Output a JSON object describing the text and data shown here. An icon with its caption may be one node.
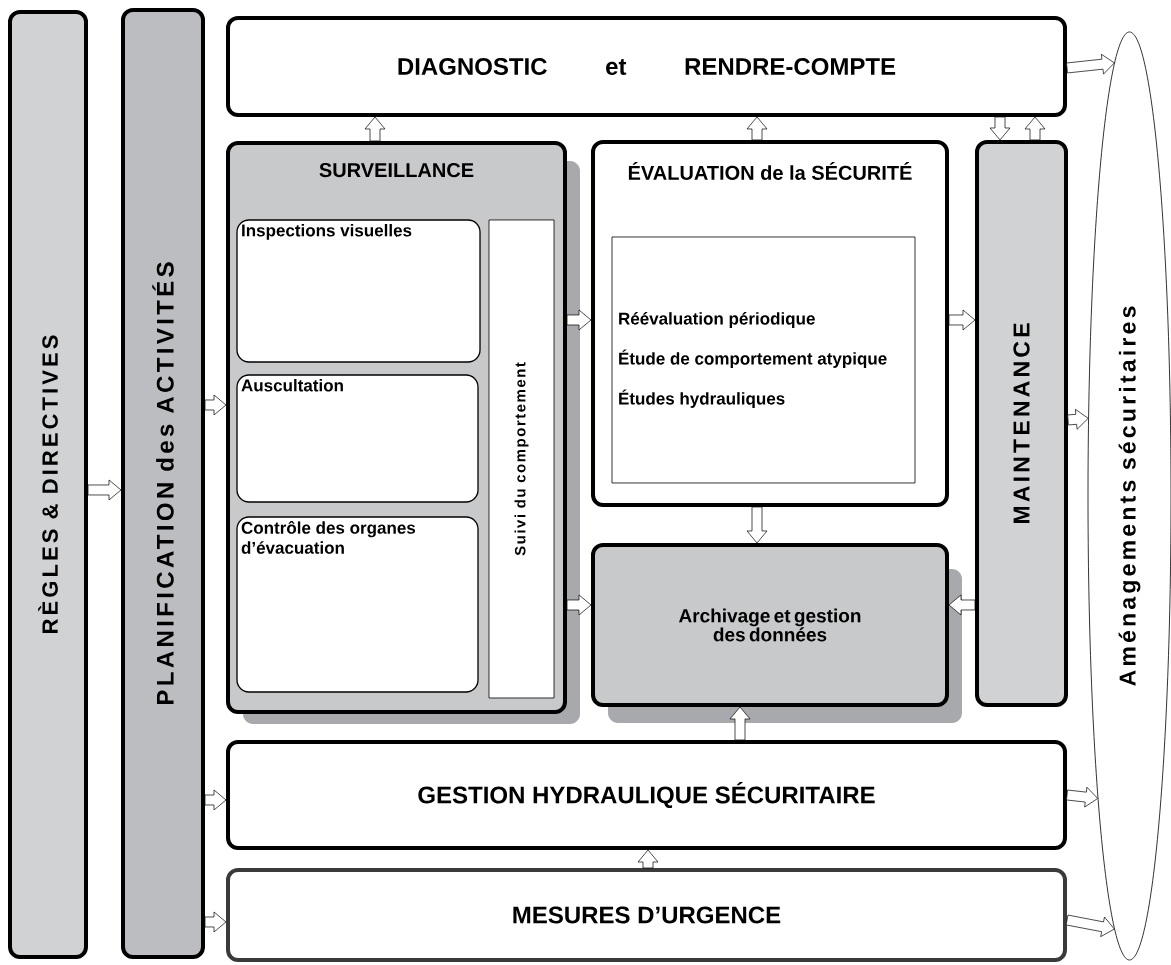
{
  "diagram": {
    "nodes": [
      {
        "text": [
          "RÈGLES & DIRECTIVES"
        ]
      },
      {
        "text": [
          "PLANIFICATION des ACTIVITÉS"
        ]
      },
      {
        "text": [
          "DIAGNOSTIC et RENDRE-COMPTE"
        ]
      },
      {
        "text": [
          "SURVEILLANCE"
        ]
      },
      {
        "text": [
          "Inspections visuelles"
        ],
        "in": 3
      },
      {
        "text": [
          "Auscultation"
        ],
        "in": 3
      },
      {
        "text": [
          "Contrôle des organes d’évacuation"
        ],
        "in": 3
      },
      {
        "text": [
          "Suivi du comportement"
        ],
        "in": 3
      },
      {
        "text": [
          "ÉVALUATION de la SÉCURITÉ"
        ]
      },
      {
        "text": [
          "Réévaluation périodique",
          "Étude de comportement atypique",
          "Études hydrauliques"
        ],
        "in": 8
      },
      {
        "text": [
          "Archivage et gestion des données"
        ]
      },
      {
        "text": [
          "MAINTENANCE"
        ]
      },
      {
        "text": [
          "GESTION HYDRAULIQUE SÉCURITAIRE"
        ]
      },
      {
        "text": [
          "MESURES D’URGENCE"
        ]
      },
      {
        "text": [
          "Aménagements sécuritaires"
        ]
      }
    ],
    "edges": [
      {
        "from": 0,
        "to": 1,
        "arrow": "to"
      },
      {
        "from": 1,
        "to": 3,
        "arrow": "to"
      },
      {
        "from": 1,
        "to": 12,
        "arrow": "to"
      },
      {
        "from": 1,
        "to": 13,
        "arrow": "to"
      },
      {
        "from": 3,
        "to": 2,
        "arrow": "to"
      },
      {
        "from": 8,
        "to": 2,
        "arrow": "to"
      },
      {
        "from": 11,
        "to": 2,
        "arrow": "to"
      },
      {
        "from": 2,
        "to": 11,
        "arrow": "to"
      },
      {
        "from": 3,
        "to": 8,
        "arrow": "to"
      },
      {
        "from": 3,
        "to": 10,
        "arrow": "to"
      },
      {
        "from": 8,
        "to": 11,
        "arrow": "to"
      },
      {
        "from": 8,
        "to": 10,
        "arrow": "to"
      },
      {
        "from": 11,
        "to": 10,
        "arrow": "to"
      },
      {
        "from": 12,
        "to": 10,
        "arrow": "to"
      },
      {
        "from": 13,
        "to": 12,
        "arrow": "to"
      },
      {
        "from": 2,
        "to": 14,
        "arrow": "to"
      },
      {
        "from": 11,
        "to": 14,
        "arrow": "to"
      },
      {
        "from": 12,
        "to": 14,
        "arrow": "to"
      },
      {
        "from": 13,
        "to": 14,
        "arrow": "to"
      }
    ]
  }
}
